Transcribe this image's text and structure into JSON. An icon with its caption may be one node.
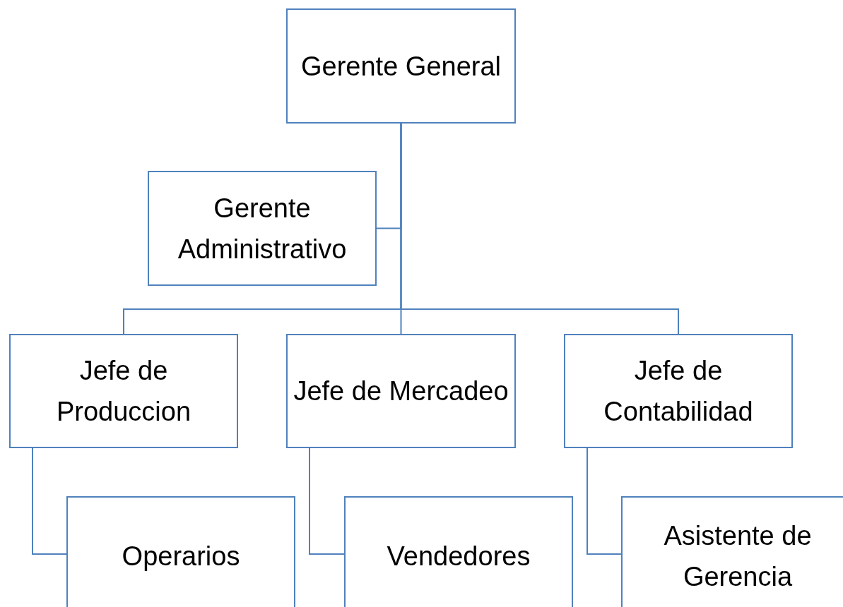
{
  "diagram": {
    "nodes": [
      {
        "text": [
          "Gerente General"
        ]
      },
      {
        "text": [
          "Gerente Administrativo"
        ]
      },
      {
        "text": [
          "Jefe de Produccion"
        ]
      },
      {
        "text": [
          "Jefe de Mercadeo"
        ]
      },
      {
        "text": [
          "Jefe de Contabilidad"
        ]
      },
      {
        "text": [
          "Operarios"
        ]
      },
      {
        "text": [
          "Vendedores"
        ]
      },
      {
        "text": [
          "Asistente de Gerencia"
        ]
      }
    ],
    "edges": [
      {
        "from": 0,
        "to": 1,
        "arrow": "none"
      },
      {
        "from": 0,
        "to": 2,
        "arrow": "none"
      },
      {
        "from": 0,
        "to": 3,
        "arrow": "none"
      },
      {
        "from": 0,
        "to": 4,
        "arrow": "none"
      },
      {
        "from": 2,
        "to": 5,
        "arrow": "none"
      },
      {
        "from": 3,
        "to": 6,
        "arrow": "none"
      },
      {
        "from": 4,
        "to": 7,
        "arrow": "none"
      }
    ]
  }
}
